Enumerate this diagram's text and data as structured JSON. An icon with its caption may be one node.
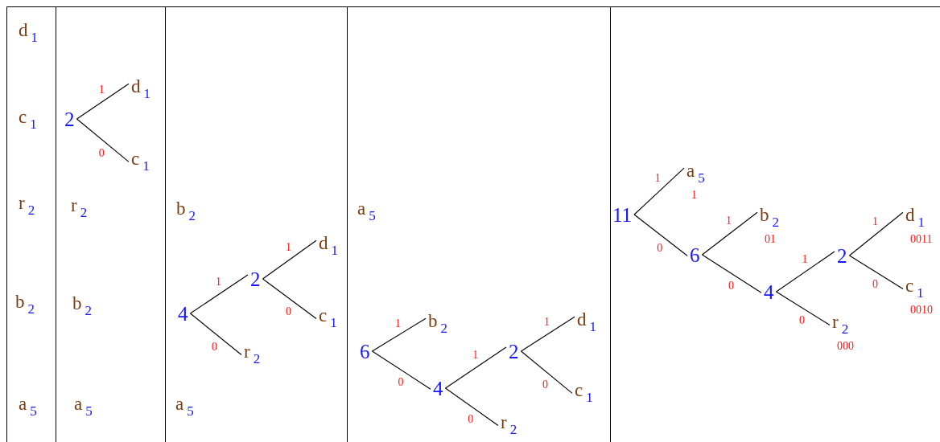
{
  "diagram": {
    "nodes": [
      {
        "text": [],
        "shape": "box"
      },
      {
        "text": [],
        "shape": "box"
      },
      {
        "text": [],
        "shape": "box"
      },
      {
        "text": [],
        "shape": "box"
      },
      {
        "text": [],
        "shape": "box"
      },
      {
        "text": [
          "d$_{1}$"
        ],
        "in": 0
      },
      {
        "text": [
          "c$_{1}$"
        ],
        "in": 0
      },
      {
        "text": [
          "r$_{2}$"
        ],
        "in": 0
      },
      {
        "text": [
          "b$_{2}$"
        ],
        "in": 0
      },
      {
        "text": [
          "a$_{5}$"
        ],
        "in": 0
      },
      {
        "text": [
          "d$_{1}$"
        ],
        "in": 1
      },
      {
        "text": [
          "2"
        ],
        "in": 1
      },
      {
        "text": [
          "c$_{1}$"
        ],
        "in": 1
      },
      {
        "text": [
          "r$_{2}$"
        ],
        "in": 1
      },
      {
        "text": [
          "b$_{2}$"
        ],
        "in": 1
      },
      {
        "text": [
          "a$_{5}$"
        ],
        "in": 1
      },
      {
        "text": [
          "b$_{2}$"
        ],
        "in": 2
      },
      {
        "text": [
          "d$_{1}$"
        ],
        "in": 2
      },
      {
        "text": [
          "2"
        ],
        "in": 2
      },
      {
        "text": [
          "4"
        ],
        "in": 2
      },
      {
        "text": [
          "c$_{1}$"
        ],
        "in": 2
      },
      {
        "text": [
          "r$_{2}$"
        ],
        "in": 2
      },
      {
        "text": [
          "a$_{5}$"
        ],
        "in": 2
      },
      {
        "text": [
          "a$_{5}$"
        ],
        "in": 3
      },
      {
        "text": [
          "b$_{2}$"
        ],
        "in": 3
      },
      {
        "text": [
          "d$_{1}$"
        ],
        "in": 3
      },
      {
        "text": [
          "6"
        ],
        "in": 3
      },
      {
        "text": [
          "2"
        ],
        "in": 3
      },
      {
        "text": [
          "4"
        ],
        "in": 3
      },
      {
        "text": [
          "c$_{1}$"
        ],
        "in": 3
      },
      {
        "text": [
          "r$_{2}$"
        ],
        "in": 3
      },
      {
        "text": [
          "a$_{5}$"
        ],
        "in": 4,
        "beside": [
          "1"
        ]
      },
      {
        "text": [
          "11"
        ],
        "in": 4
      },
      {
        "text": [
          "b$_{2}$"
        ],
        "in": 4,
        "beside": [
          "01"
        ]
      },
      {
        "text": [
          "d$_{1}$"
        ],
        "in": 4,
        "beside": [
          "0011"
        ]
      },
      {
        "text": [
          "6"
        ],
        "in": 4
      },
      {
        "text": [
          "2"
        ],
        "in": 4
      },
      {
        "text": [
          "4"
        ],
        "in": 4
      },
      {
        "text": [
          "c$_{1}$"
        ],
        "in": 4,
        "beside": [
          "0010"
        ]
      },
      {
        "text": [
          "r$_{2}$"
        ],
        "in": 4,
        "beside": [
          "000"
        ]
      }
    ],
    "edges": [
      {
        "from": 11,
        "to": 10,
        "arrow": "none",
        "label": "1"
      },
      {
        "from": 11,
        "to": 12,
        "arrow": "none",
        "label": "0"
      },
      {
        "from": 19,
        "to": 18,
        "arrow": "none",
        "label": "1"
      },
      {
        "from": 19,
        "to": 21,
        "arrow": "none",
        "label": "0"
      },
      {
        "from": 18,
        "to": 17,
        "arrow": "none",
        "label": "1"
      },
      {
        "from": 18,
        "to": 20,
        "arrow": "none",
        "label": "0"
      },
      {
        "from": 26,
        "to": 24,
        "arrow": "none",
        "label": "1"
      },
      {
        "from": 26,
        "to": 28,
        "arrow": "none",
        "label": "0"
      },
      {
        "from": 28,
        "to": 27,
        "arrow": "none",
        "label": "1"
      },
      {
        "from": 28,
        "to": 30,
        "arrow": "none",
        "label": "0"
      },
      {
        "from": 27,
        "to": 25,
        "arrow": "none",
        "label": "1"
      },
      {
        "from": 27,
        "to": 29,
        "arrow": "none",
        "label": "0"
      },
      {
        "from": 32,
        "to": 31,
        "arrow": "none",
        "label": "1"
      },
      {
        "from": 32,
        "to": 35,
        "arrow": "none",
        "label": "0"
      },
      {
        "from": 35,
        "to": 33,
        "arrow": "none",
        "label": "1"
      },
      {
        "from": 35,
        "to": 37,
        "arrow": "none",
        "label": "0"
      },
      {
        "from": 37,
        "to": 36,
        "arrow": "none",
        "label": "1"
      },
      {
        "from": 37,
        "to": 39,
        "arrow": "none",
        "label": "0"
      },
      {
        "from": 36,
        "to": 34,
        "arrow": "none",
        "label": "1"
      },
      {
        "from": 36,
        "to": 38,
        "arrow": "none",
        "label": "0"
      }
    ]
  }
}
